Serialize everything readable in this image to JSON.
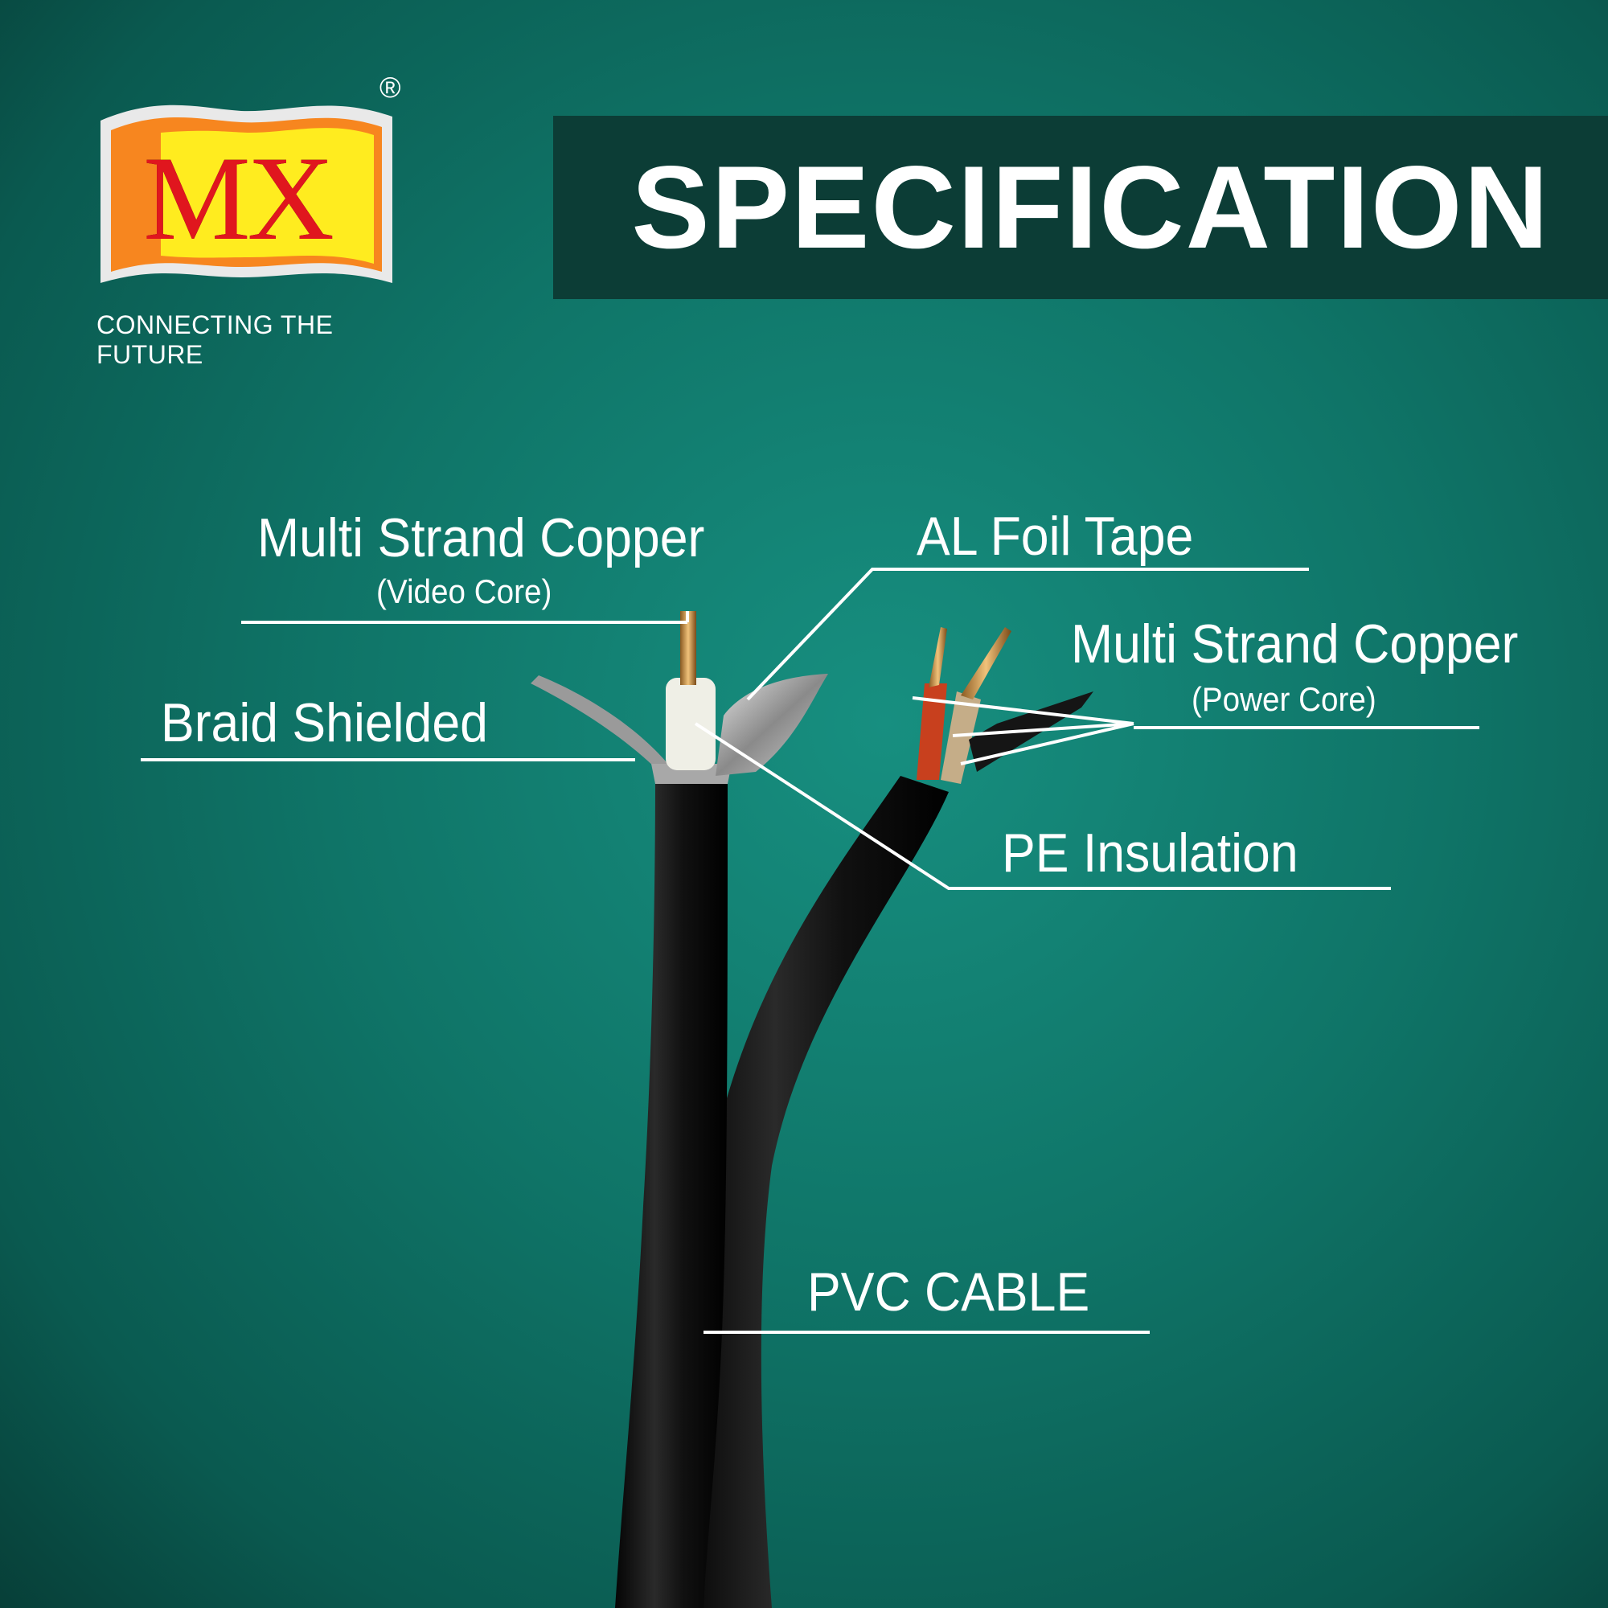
{
  "brand": {
    "logo_text": "MX",
    "registered_mark": "®",
    "tagline": "CONNECTING THE FUTURE",
    "colors": {
      "logo_red": "#e0161e",
      "logo_yellow": "#ffec1f",
      "logo_orange": "#f7861f"
    }
  },
  "header": {
    "title": "SPECIFICATION"
  },
  "labels": {
    "video_core": {
      "title": "Multi Strand Copper",
      "subtitle": "(Video Core)"
    },
    "foil": {
      "title": "AL Foil Tape"
    },
    "power_core": {
      "title": "Multi Strand Copper",
      "subtitle": "(Power Core)"
    },
    "braid": {
      "title": "Braid Shielded"
    },
    "pe": {
      "title": "PE Insulation"
    },
    "pvc": {
      "title": "PVC CABLE"
    }
  },
  "colors": {
    "background": "#0f7467",
    "header_band": "#0c3d36",
    "text": "#ffffff"
  }
}
